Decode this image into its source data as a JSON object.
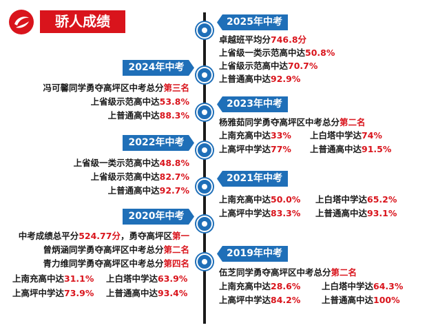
{
  "header": {
    "title": "骄人成绩"
  },
  "colors": {
    "accent": "#d9141c",
    "ribbon": "#1f6fb8"
  },
  "y2025": {
    "label": "2025年中考",
    "l1": {
      "t": "卓越班平均分",
      "v": "746.8分"
    },
    "l2": {
      "t": "上省级一类示范高中达",
      "v": "50.8%"
    },
    "l3": {
      "t": "上省级示范高中达",
      "v": "70.7%"
    },
    "l4": {
      "t": "上普通高中达",
      "v": "92.9%"
    }
  },
  "y2024": {
    "label": "2024年中考",
    "l1": {
      "t": "冯可馨同学勇夺高坪区中考总分",
      "v": "第三名"
    },
    "l2": {
      "t": "上省级示范高中达",
      "v": "53.8%"
    },
    "l3": {
      "t": "上普通高中达",
      "v": "88.3%"
    }
  },
  "y2023": {
    "label": "2023年中考",
    "l1": {
      "t": "杨雅茹同学勇夺高坪区中考总分",
      "v": "第二名"
    },
    "l2a": {
      "t": "上南充高中达",
      "v": "33%"
    },
    "l2b": {
      "t": "上白塔中学达",
      "v": "74%"
    },
    "l3a": {
      "t": "上高坪中学达",
      "v": "77%"
    },
    "l3b": {
      "t": "上普通高中达",
      "v": "91.5%"
    }
  },
  "y2022": {
    "label": "2022年中考",
    "l1": {
      "t": "上省级一类示范高中达",
      "v": "48.8%"
    },
    "l2": {
      "t": "上省级示范高中达",
      "v": "82.7%"
    },
    "l3": {
      "t": "上普通高中达",
      "v": "92.7%"
    }
  },
  "y2021": {
    "label": "2021年中考",
    "l1a": {
      "t": "上南充高中达",
      "v": "50.0%"
    },
    "l1b": {
      "t": "上白塔中学达",
      "v": "65.2%"
    },
    "l2a": {
      "t": "上高坪中学达",
      "v": "83.3%"
    },
    "l2b": {
      "t": "上普通高中达",
      "v": "93.1%"
    }
  },
  "y2020": {
    "label": "2020年中考",
    "l1": {
      "t": "中考成绩总平分",
      "v": "524.77分",
      "t2": "，勇夺高坪区",
      "v2": "第一"
    },
    "l2": {
      "t": "曾炳涵同学勇夺高坪区中考总分",
      "v": "第二名"
    },
    "l3": {
      "t": "青力维同学勇夺高坪区中考总分",
      "v": "第四名"
    },
    "l4a": {
      "t": "上南充高中达",
      "v": "31.1%"
    },
    "l4b": {
      "t": "上白塔中学达",
      "v": "63.9%"
    },
    "l5a": {
      "t": "上高坪中学达",
      "v": "73.9%"
    },
    "l5b": {
      "t": "上普通高中达",
      "v": "93.4%"
    }
  },
  "y2019": {
    "label": "2019年中考",
    "l1": {
      "t": "伍芝同学勇夺高坪区中考总分",
      "v": "第二名"
    },
    "l2a": {
      "t": "上南充高中达",
      "v": "28.6%"
    },
    "l2b": {
      "t": "上白塔中学达",
      "v": "64.3%"
    },
    "l3a": {
      "t": "上高坪中学达",
      "v": "84.2%"
    },
    "l3b": {
      "t": "上普通高中达",
      "v": "100%"
    }
  }
}
